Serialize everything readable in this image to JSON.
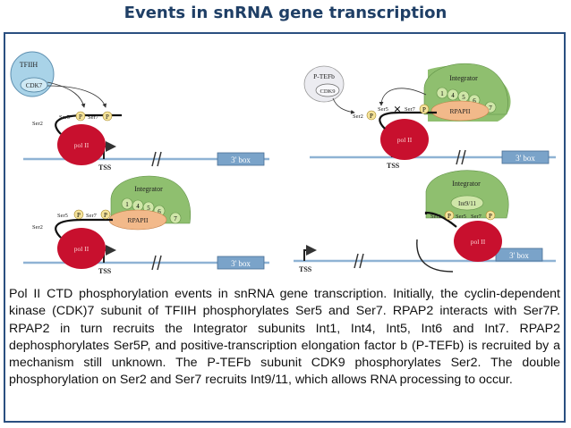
{
  "slide": {
    "title": "Events in snRNA gene transcription",
    "caption": "Pol II CTD phosphorylation events in snRNA gene transcription. Initially, the cyclin-dependent kinase (CDK)7 subunit of TFIIH phosphorylates Ser5 and Ser7. RPAP2 interacts with Ser7P. RPAP2 in turn recruits the Integrator subunits Int1, Int4, Int5, Int6 and Int7. RPAP2 dephosphorylates Ser5P, and positive-transcription elongation factor b (P-TEFb) is recruited by a mechanism still unknown. The P-TEFb subunit CDK9 phosphorylates Ser2. The double phosphorylation on Ser2 and Ser7 recruits Int9/11, which allows RNA processing to occur."
  },
  "diagram": {
    "panel1": {
      "tfiih": "TFIIH",
      "cdk7": "CDK7",
      "ser5": "Ser5",
      "ser7": "Ser7",
      "ser2": "Ser2",
      "p": "P",
      "polii": "pol II",
      "tss": "TSS",
      "box3": "3' box"
    },
    "panel2": {
      "ptefb": "P-TEFb",
      "cdk9": "CDK9",
      "integrator": "Integrator",
      "int_numbers": [
        "1",
        "4",
        "5",
        "6",
        "7"
      ],
      "rpapii": "RPAPII",
      "ser2": "Ser2",
      "ser5": "Ser5",
      "ser7": "Ser7",
      "p": "P",
      "polii": "pol II",
      "tss": "TSS",
      "box3": "3' box"
    },
    "panel3": {
      "integrator": "Integrator",
      "int_numbers": [
        "1",
        "4",
        "5",
        "6",
        "7"
      ],
      "rpapii": "RPAPII",
      "ser5": "Ser5",
      "ser7": "Ser7",
      "ser2": "Ser2",
      "p": "P",
      "polii": "pol II",
      "tss": "TSS",
      "box3": "3' box"
    },
    "panel4": {
      "integrator": "Integrator",
      "int911": "Int9/11",
      "ser2": "Ser2",
      "ser5": "Ser5",
      "ser7": "Ser7",
      "p": "P",
      "polii": "pol II",
      "tss": "TSS",
      "box3": "3' box"
    }
  },
  "colors": {
    "title": "#1f3f66",
    "frame": "#2a4f80",
    "integrator": "#8fbf6f",
    "int_subunit": "#cfe6a8",
    "rpapii": "#f2b98a",
    "polii": "#c8102e",
    "tfiih": "#a9d3e8",
    "phospho": "#f5e39a",
    "box3": "#7aa3c9"
  }
}
